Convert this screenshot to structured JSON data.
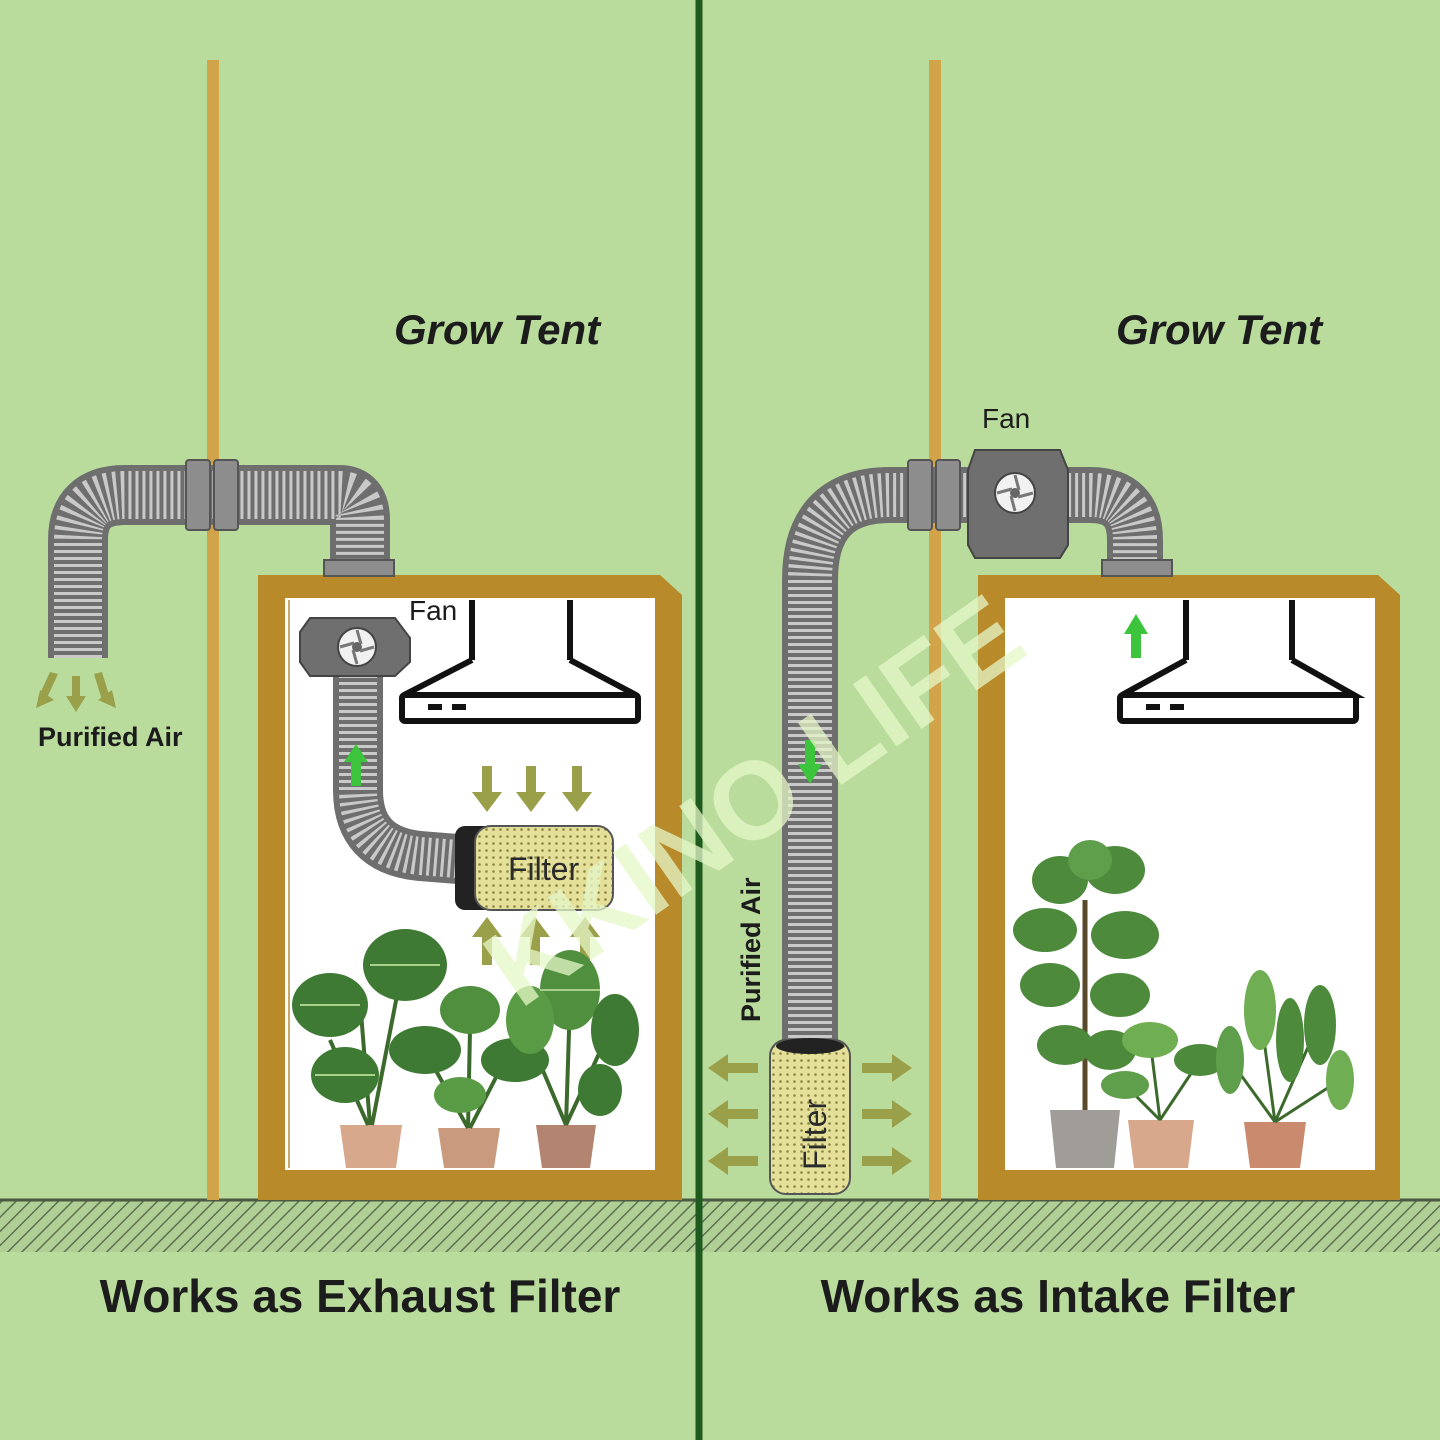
{
  "watermark": "KKINO LIFE",
  "left_panel": {
    "title": "Grow Tent",
    "fan_label": "Fan",
    "filter_label": "Filter",
    "air_label": "Purified Air",
    "caption": "Works as Exhaust Filter"
  },
  "right_panel": {
    "title": "Grow Tent",
    "fan_label": "Fan",
    "filter_label": "Filter",
    "air_label": "Purified Air",
    "caption": "Works as Intake Filter"
  },
  "colors": {
    "background": "#b9dc9c",
    "tent_frame": "#b88a2a",
    "duct": "#8d8d8d",
    "filter": "#e4e09a",
    "arrow_flow": "#9aa04a",
    "arrow_accent": "#3cc43c",
    "divider": "#1f5a1f"
  }
}
